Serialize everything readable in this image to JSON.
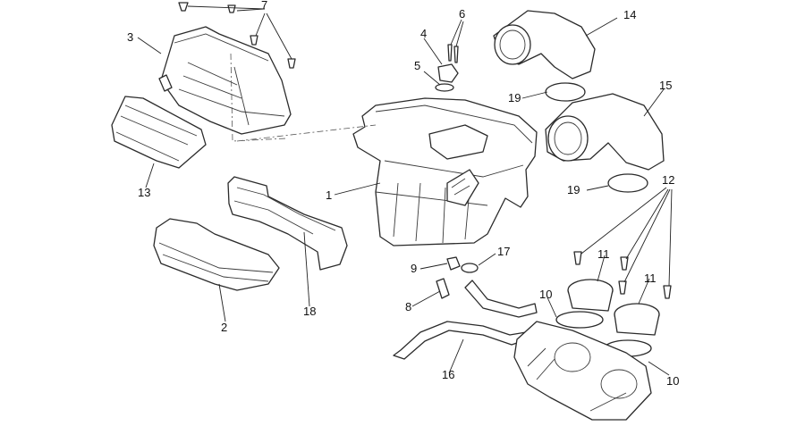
{
  "callouts": {
    "c1": "1",
    "c2": "2",
    "c3": "3",
    "c4": "4",
    "c5": "5",
    "c6": "6",
    "c7": "7",
    "c8": "8",
    "c9": "9",
    "c10a": "10",
    "c10b": "10",
    "c11a": "11",
    "c11b": "11",
    "c12": "12",
    "c13": "13",
    "c14": "14",
    "c15": "15",
    "c16": "16",
    "c17": "17",
    "c18": "18",
    "c19a": "19",
    "c19b": "19"
  }
}
